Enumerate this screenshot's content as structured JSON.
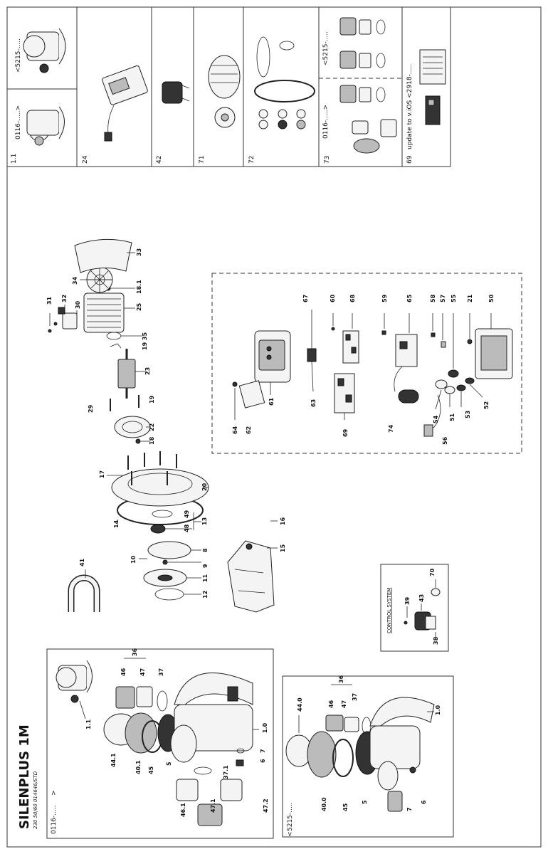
{
  "title": "SILENPLUS 1M",
  "subtitle": "230 50/60 014646/STD",
  "top_strip": [
    {
      "num": "1.1",
      "caption": "0116-.....>"
    },
    {
      "caption": "<5215-....."
    },
    {
      "num": "24"
    },
    {
      "num": "42"
    },
    {
      "num": "71"
    },
    {
      "num": "72"
    },
    {
      "num": "73",
      "caption_top": "<5215-.....",
      "caption_bottom": "0116-.....>"
    },
    {
      "num": "69",
      "caption": "update to v.iOS <2918-....."
    }
  ],
  "box_left": {
    "range": "0116-.....",
    "range_sign": ">",
    "labels": [
      "1.1",
      "46",
      "47",
      "37",
      "36",
      "44.1",
      "40.1",
      "45",
      "5",
      "1.0",
      "37.1",
      "6",
      "7",
      "46.1",
      "47.1",
      "47.2"
    ]
  },
  "box_right": {
    "range": "5215-.....",
    "range_sign": "<",
    "labels": [
      "44.0",
      "46",
      "47",
      "37",
      "36",
      "1.0",
      "40.0",
      "45",
      "5",
      "7",
      "6"
    ]
  },
  "control_system": {
    "title": "CONTROL SYSTEM",
    "labels": [
      "39",
      "43",
      "70",
      "38"
    ]
  },
  "center_labels": [
    "41",
    "10",
    "9",
    "11",
    "12",
    "14",
    "48",
    "49",
    "13",
    "8",
    "17",
    "20",
    "16",
    "15",
    "29",
    "19",
    "22",
    "18",
    "23",
    "19 35",
    "25",
    "18.1",
    "34",
    "33",
    "31",
    "32",
    "30"
  ],
  "electronics_labels": [
    "67",
    "60",
    "68",
    "59",
    "65",
    "58",
    "57",
    "55",
    "21",
    "50",
    "64",
    "62",
    "61",
    "63",
    "69",
    "74",
    "54",
    "56",
    "51",
    "53",
    "52"
  ]
}
